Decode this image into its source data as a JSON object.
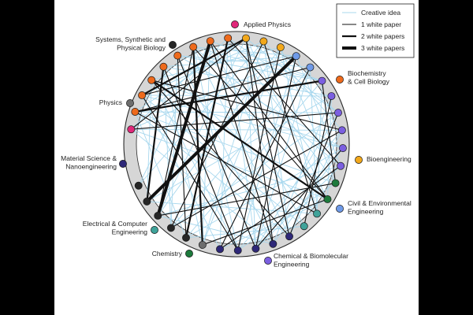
{
  "legend": {
    "items": [
      {
        "label": "Creative idea",
        "kind": "creative"
      },
      {
        "label": "1 white paper",
        "kind": "w1"
      },
      {
        "label": "2 white papers",
        "kind": "w2"
      },
      {
        "label": "3 white papers",
        "kind": "w3"
      }
    ]
  },
  "colors": {
    "creative": "#a9d8ee",
    "ring": "#d6d6d6",
    "ring_edge": "#2a2a2a"
  },
  "groups": [
    {
      "id": "applied_physics",
      "label_lines": [
        "Applied Physics"
      ],
      "color": "#e0287a",
      "count": 1
    },
    {
      "id": "biochem",
      "label_lines": [
        "Biochemistry",
        "& Cell Biology"
      ],
      "color": "#ee6a1c",
      "count": 8
    },
    {
      "id": "bioeng",
      "label_lines": [
        "Bioengineering"
      ],
      "color": "#f2a81b",
      "count": 3
    },
    {
      "id": "civil",
      "label_lines": [
        "Civil & Environmental",
        "Engineering"
      ],
      "color": "#6f9ae8",
      "count": 2
    },
    {
      "id": "chembio",
      "label_lines": [
        "Chemical & Biomolecular",
        "Engineering"
      ],
      "color": "#7b5fe0",
      "count": 6
    },
    {
      "id": "chemistry",
      "label_lines": [
        "Chemistry"
      ],
      "color": "#1d7a3c",
      "count": 2
    },
    {
      "id": "ece",
      "label_lines": [
        "Electrical & Computer",
        "Engineering"
      ],
      "color": "#3fa39a",
      "count": 2
    },
    {
      "id": "matsci",
      "label_lines": [
        "Material Science &",
        "Nanoengineering"
      ],
      "color": "#2e2878",
      "count": 5
    },
    {
      "id": "physics",
      "label_lines": [
        "Physics"
      ],
      "color": "#6d6d6d",
      "count": 1
    },
    {
      "id": "ssb",
      "label_lines": [
        "Systems, Synthetic and",
        "Physical Biology"
      ],
      "color": "#262626",
      "count": 5
    }
  ],
  "links": {
    "creative": [
      [
        0,
        12
      ],
      [
        0,
        25
      ],
      [
        1,
        20
      ],
      [
        1,
        30
      ],
      [
        2,
        15
      ],
      [
        2,
        28
      ],
      [
        3,
        18
      ],
      [
        3,
        33
      ],
      [
        4,
        22
      ],
      [
        4,
        29
      ],
      [
        5,
        14
      ],
      [
        5,
        31
      ],
      [
        6,
        19
      ],
      [
        6,
        27
      ],
      [
        7,
        23
      ],
      [
        7,
        34
      ],
      [
        8,
        16
      ],
      [
        8,
        26
      ],
      [
        9,
        21
      ],
      [
        9,
        32
      ],
      [
        10,
        24
      ],
      [
        10,
        17
      ],
      [
        11,
        29
      ],
      [
        11,
        20
      ],
      [
        12,
        33
      ],
      [
        13,
        26
      ],
      [
        13,
        22
      ],
      [
        14,
        30
      ],
      [
        15,
        25
      ],
      [
        16,
        31
      ],
      [
        17,
        27
      ],
      [
        18,
        30
      ],
      [
        19,
        32
      ],
      [
        0,
        21
      ],
      [
        2,
        18
      ],
      [
        4,
        31
      ],
      [
        6,
        24
      ],
      [
        8,
        28
      ],
      [
        10,
        34
      ],
      [
        12,
        27
      ],
      [
        14,
        22
      ],
      [
        16,
        26
      ],
      [
        1,
        16
      ],
      [
        3,
        21
      ],
      [
        5,
        25
      ],
      [
        7,
        29
      ],
      [
        9,
        26
      ],
      [
        11,
        32
      ],
      [
        13,
        31
      ],
      [
        15,
        33
      ],
      [
        0,
        17
      ],
      [
        2,
        23
      ],
      [
        4,
        15
      ],
      [
        6,
        12
      ],
      [
        8,
        20
      ],
      [
        10,
        29
      ],
      [
        12,
        19
      ],
      [
        1,
        24
      ],
      [
        3,
        27
      ],
      [
        5,
        18
      ],
      [
        7,
        14
      ],
      [
        9,
        16
      ],
      [
        11,
        22
      ],
      [
        13,
        28
      ],
      [
        15,
        21
      ],
      [
        17,
        24
      ],
      [
        19,
        26
      ],
      [
        21,
        28
      ],
      [
        23,
        30
      ],
      [
        25,
        32
      ],
      [
        0,
        8
      ],
      [
        1,
        9
      ],
      [
        2,
        10
      ],
      [
        3,
        11
      ],
      [
        4,
        12
      ],
      [
        5,
        13
      ],
      [
        6,
        14
      ],
      [
        18,
        25
      ],
      [
        20,
        27
      ],
      [
        22,
        33
      ]
    ],
    "w1": [
      [
        0,
        9
      ],
      [
        1,
        22
      ],
      [
        2,
        12
      ],
      [
        3,
        17
      ],
      [
        4,
        27
      ],
      [
        5,
        26
      ],
      [
        6,
        21
      ],
      [
        7,
        25
      ],
      [
        8,
        30
      ],
      [
        9,
        25
      ],
      [
        10,
        22
      ],
      [
        11,
        27
      ],
      [
        12,
        26
      ],
      [
        13,
        28
      ],
      [
        14,
        20
      ],
      [
        16,
        24
      ],
      [
        17,
        31
      ],
      [
        18,
        26
      ],
      [
        19,
        28
      ],
      [
        20,
        32
      ],
      [
        21,
        29
      ],
      [
        1,
        13
      ],
      [
        2,
        27
      ],
      [
        3,
        24
      ],
      [
        5,
        30
      ],
      [
        7,
        21
      ],
      [
        8,
        19
      ],
      [
        6,
        32
      ],
      [
        9,
        24
      ],
      [
        10,
        31
      ],
      [
        0,
        16
      ],
      [
        15,
        23
      ]
    ],
    "w2": [
      [
        1,
        14
      ],
      [
        2,
        9
      ],
      [
        3,
        21
      ],
      [
        4,
        33
      ],
      [
        30,
        8
      ],
      [
        29,
        6
      ]
    ],
    "w3": [
      [
        32,
        7
      ],
      [
        33,
        12
      ]
    ]
  }
}
